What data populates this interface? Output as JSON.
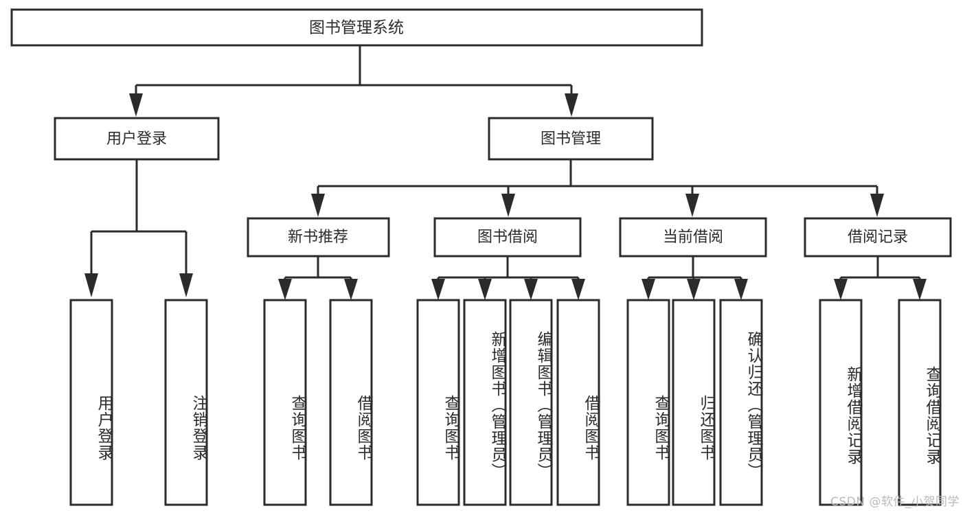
{
  "diagram": {
    "title": "图书管理系统",
    "type": "tree-hierarchy",
    "colors": {
      "background": "#ffffff",
      "stroke": "#2b2b2b",
      "node_fill": "#ffffff",
      "text": "#2b2b2b",
      "watermark": "#b9b9b9"
    },
    "root": {
      "label": "图书管理系统"
    },
    "level2": [
      {
        "label": "用户登录"
      },
      {
        "label": "图书管理"
      }
    ],
    "level3": [
      {
        "label": "新书推荐"
      },
      {
        "label": "图书借阅"
      },
      {
        "label": "当前借阅"
      },
      {
        "label": "借阅记录"
      }
    ],
    "leaves": {
      "user_login": [
        {
          "label": "用户登录"
        },
        {
          "label": "注销登录"
        }
      ],
      "new_book_recommend": [
        {
          "label": "查询图书"
        },
        {
          "label": "借阅图书"
        }
      ],
      "book_borrow": [
        {
          "label": "查询图书"
        },
        {
          "label": "新增图书（管理员）"
        },
        {
          "label": "编辑图书（管理员）"
        },
        {
          "label": "借阅图书"
        }
      ],
      "current_borrow": [
        {
          "label": "查询图书"
        },
        {
          "label": "归还图书"
        },
        {
          "label": "确认归还（管理员）"
        }
      ],
      "borrow_records": [
        {
          "label": "新增借阅记录"
        },
        {
          "label": "查询借阅记录"
        }
      ]
    },
    "watermark": "CSDN @软件_小贺同学"
  }
}
